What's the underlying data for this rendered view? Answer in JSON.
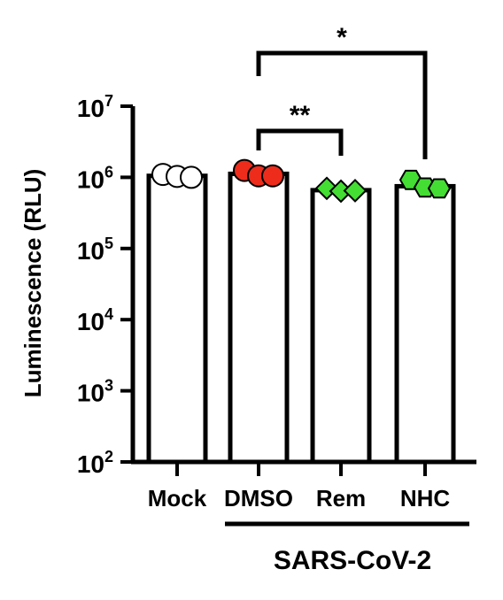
{
  "chart_data": {
    "type": "bar",
    "yscale": "log",
    "ylim": [
      100,
      10000000
    ],
    "ylabel": "Luminescence (RLU)",
    "yticks": [
      {
        "base": "10",
        "exp": "2",
        "value": 100
      },
      {
        "base": "10",
        "exp": "3",
        "value": 1000
      },
      {
        "base": "10",
        "exp": "4",
        "value": 10000
      },
      {
        "base": "10",
        "exp": "5",
        "value": 100000
      },
      {
        "base": "10",
        "exp": "6",
        "value": 1000000
      },
      {
        "base": "10",
        "exp": "7",
        "value": 10000000
      }
    ],
    "categories": [
      "Mock",
      "DMSO",
      "Rem",
      "NHC"
    ],
    "values": [
      1050000,
      1120000,
      660000,
      750000
    ],
    "points": [
      {
        "category": "Mock",
        "marker": "circle",
        "color": "#ffffff",
        "values": [
          1100000,
          1030000,
          1000000
        ]
      },
      {
        "category": "DMSO",
        "marker": "circle",
        "color": "#ee2c1b",
        "values": [
          1250000,
          1050000,
          1050000
        ]
      },
      {
        "category": "Rem",
        "marker": "diamond",
        "color": "#44dd33",
        "values": [
          700000,
          640000,
          650000
        ]
      },
      {
        "category": "NHC",
        "marker": "hexagon",
        "color": "#44dd33",
        "values": [
          920000,
          720000,
          700000
        ]
      }
    ],
    "group_label": "SARS-CoV-2",
    "grouped_categories": [
      "DMSO",
      "Rem",
      "NHC"
    ],
    "significance": [
      {
        "from": "DMSO",
        "to": "Rem",
        "label": "**"
      },
      {
        "from": "DMSO",
        "to": "NHC",
        "label": "*"
      }
    ],
    "grid": false
  }
}
